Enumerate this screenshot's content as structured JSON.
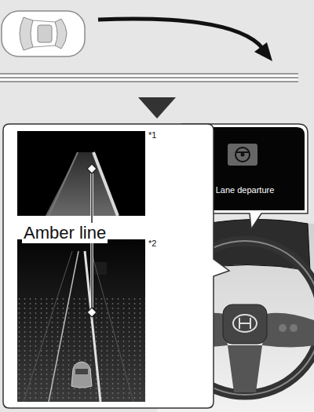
{
  "diagram": {
    "nodes": [
      {
        "text": [
          "Lane departure"
        ]
      }
    ],
    "labels": [
      "Amber line",
      "*1",
      "*2"
    ]
  }
}
